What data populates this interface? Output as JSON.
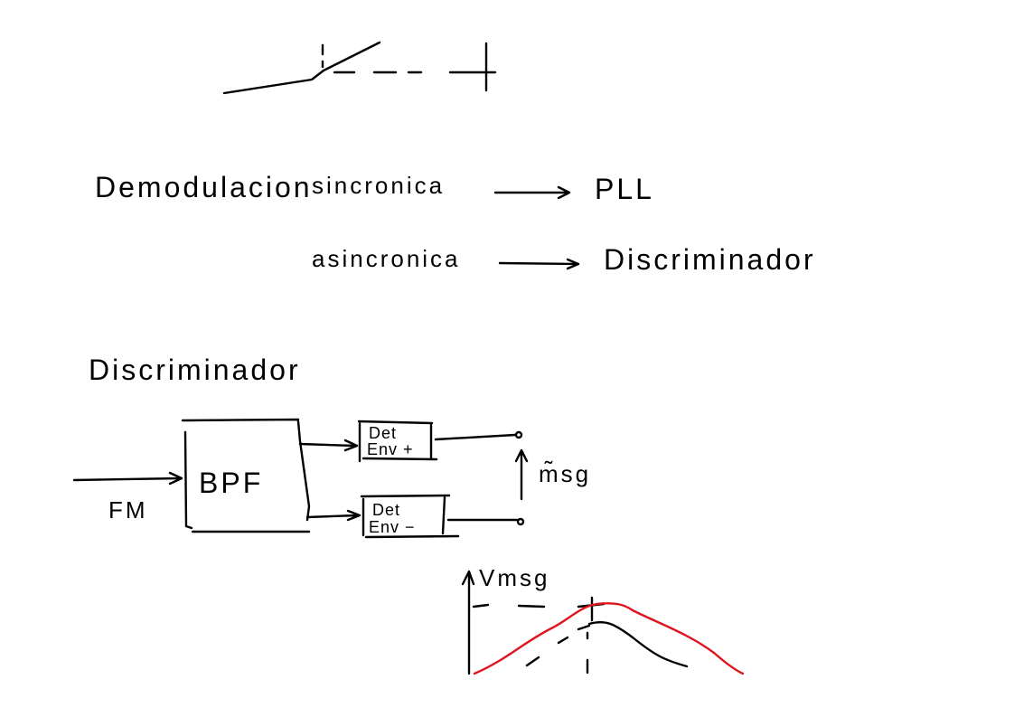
{
  "notes": {
    "demodulation_label": "Demodulacion",
    "synchronous_label": "sincronica",
    "synchronous_target": "PLL",
    "asynchronous_label": "asincronica",
    "asynchronous_target": "Discriminador"
  },
  "discriminator": {
    "heading": "Discriminador",
    "input_label": "FM",
    "bpf_label": "BPF",
    "det_pos_line1": "Det",
    "det_pos_line2": "Env +",
    "det_neg_line1": "Det",
    "det_neg_line2": "Env −",
    "output_label": "m̃sg"
  },
  "graph": {
    "y_axis_label": "Vmsg"
  },
  "colors": {
    "ink": "#000000",
    "red_curve": "#e0141e"
  }
}
